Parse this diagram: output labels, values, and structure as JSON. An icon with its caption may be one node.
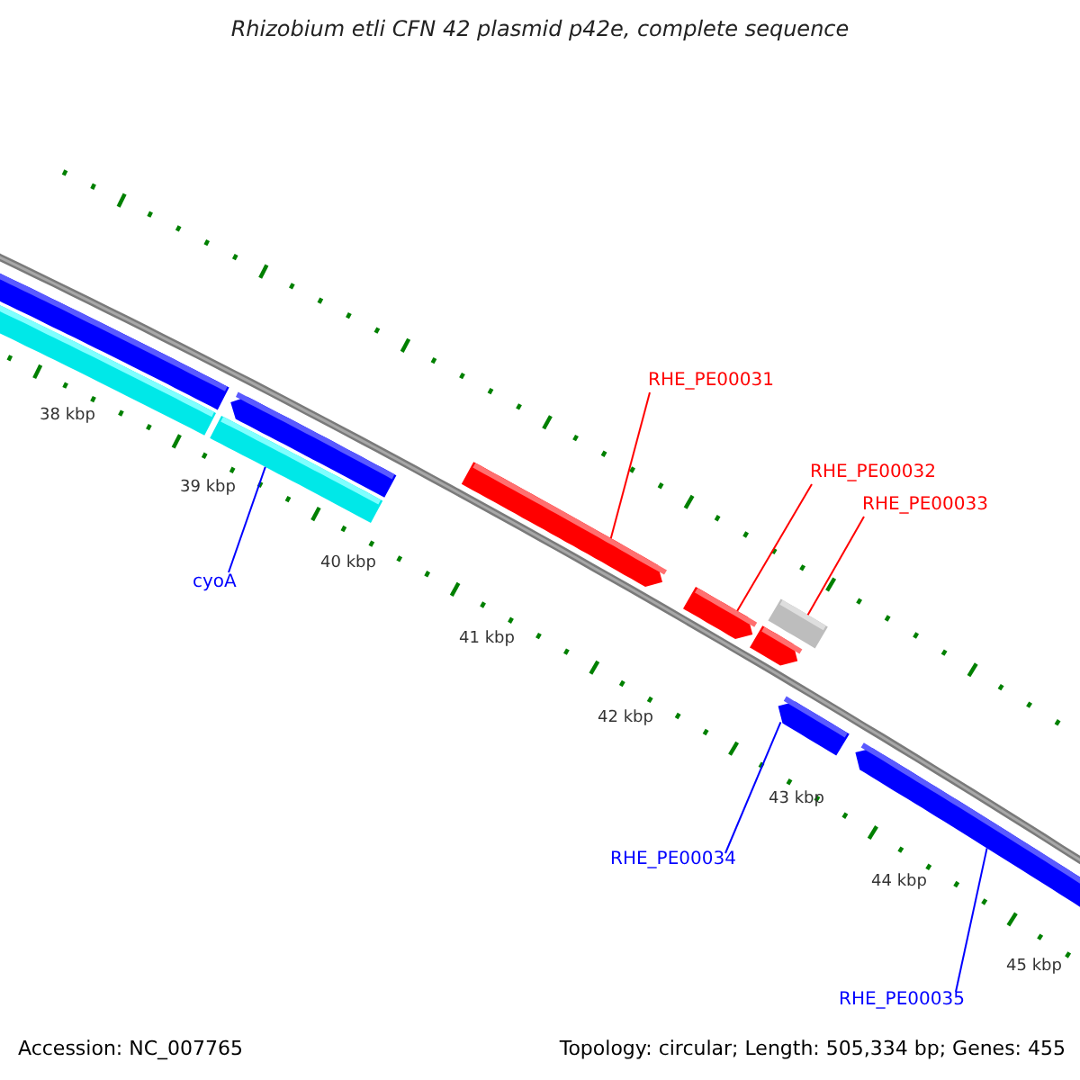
{
  "diagram": {
    "title": "Rhizobium etli CFN 42 plasmid p42e, complete sequence",
    "nodes": [
      {
        "text": [
          "RHE_PE00031"
        ]
      },
      {
        "text": [
          "RHE_PE00032"
        ]
      },
      {
        "text": [
          "RHE_PE00033"
        ]
      },
      {
        "text": [
          "cyoA"
        ]
      },
      {
        "text": [
          "RHE_PE00034"
        ]
      },
      {
        "text": [
          "RHE_PE00035"
        ]
      },
      {
        "text": [],
        "shape": "bar"
      },
      {
        "text": [],
        "shape": "bar"
      },
      {
        "text": [],
        "shape": "bar"
      },
      {
        "text": [],
        "shape": "bar"
      },
      {
        "text": [],
        "shape": "bar"
      },
      {
        "text": [],
        "shape": "bar"
      },
      {
        "text": [],
        "shape": "bar"
      },
      {
        "text": [],
        "shape": "bar"
      },
      {
        "text": [],
        "shape": "bar"
      },
      {
        "text": [],
        "shape": "bar"
      }
    ],
    "edges": [
      {
        "from": 0,
        "to": 10,
        "arrow": "none",
        "color": "#ff0000"
      },
      {
        "from": 1,
        "to": 11,
        "arrow": "none",
        "color": "#ff0000"
      },
      {
        "from": 2,
        "to": 13,
        "arrow": "none",
        "color": "#ff0000"
      },
      {
        "from": 3,
        "to": 9,
        "arrow": "none",
        "color": "#0000ff"
      },
      {
        "from": 4,
        "to": 14,
        "arrow": "none",
        "color": "#0000ff"
      },
      {
        "from": 5,
        "to": 15,
        "arrow": "none",
        "color": "#0000ff"
      }
    ],
    "labels": [
      "38 kbp",
      "39 kbp",
      "40 kbp",
      "41 kbp",
      "42 kbp",
      "43 kbp",
      "44 kbp",
      "45 kbp",
      "Accession: NC_007765",
      "Topology: circular; Length: 505,334 bp; Genes: 455"
    ]
  }
}
